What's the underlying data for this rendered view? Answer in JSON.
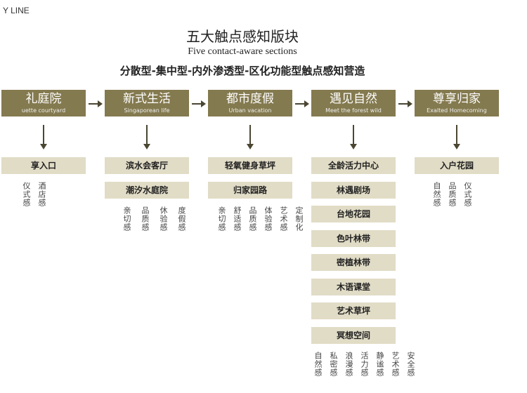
{
  "brand": "Y LINE",
  "title": "五大触点感知版块",
  "subtitle": "Five contact-aware sections",
  "tagline": "分散型-集中型-内外渗透型-区化功能型触点感知营造",
  "sections": [
    {
      "cn": "礼庭院",
      "en": "uette courtyard",
      "items": [
        "享入口"
      ],
      "labels": [
        "仪式感",
        "酒店感"
      ]
    },
    {
      "cn": "新式生活",
      "en": "Singaporean life",
      "items": [
        "滨水会客厅",
        "潮汐水庭院"
      ],
      "labels": [
        "亲切感",
        "品质感",
        "休验感",
        "度假感"
      ]
    },
    {
      "cn": "都市度假",
      "en": "Urban vacation",
      "items": [
        "轻氧健身草坪",
        "归家园路"
      ],
      "labels": [
        "亲切感",
        "舒适感",
        "品质感",
        "体验感",
        "艺术感",
        "定制化"
      ]
    },
    {
      "cn": "遇见自然",
      "en": "Meet the forest wild",
      "items": [
        "全龄活力中心",
        "林遇剧场",
        "台地花园",
        "色叶林带",
        "密植林带",
        "木语课堂",
        "艺术草坪",
        "冥想空间"
      ],
      "labels": [
        "自然感",
        "私密感",
        "浪漫感",
        "活力感",
        "静谧感",
        "艺术感",
        "安全感"
      ]
    },
    {
      "cn": "尊享归家",
      "en": "Exalted Homecoming",
      "items": [
        "入户花园"
      ],
      "labels": [
        "自然感",
        "品质感",
        "仪式感"
      ]
    }
  ]
}
